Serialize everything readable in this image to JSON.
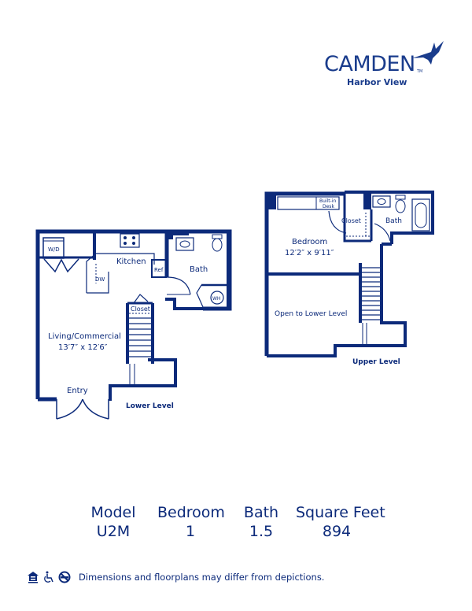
{
  "brand": {
    "name": "CAMDEN",
    "trademark": "TM",
    "community": "Harbor View",
    "logo_icon": "hummingbird-icon",
    "color": "#1a3c8c"
  },
  "floorplan": {
    "wall_color": "#0c2a7a",
    "lower_level": {
      "label": "Lower Level",
      "rooms": {
        "washer_dryer": "W/D",
        "kitchen": "Kitchen",
        "dishwasher": "DW",
        "refrigerator": "Ref",
        "bath": "Bath",
        "water_heater": "WH",
        "closet": "Closet",
        "living": "Living/Commercial",
        "living_dims": "13′7″ x 12′6″",
        "entry": "Entry"
      }
    },
    "upper_level": {
      "label": "Upper Level",
      "rooms": {
        "built_in_desk_1": "Built-in",
        "built_in_desk_2": "Desk",
        "closet": "Closet",
        "bath": "Bath",
        "bedroom": "Bedroom",
        "bedroom_dims": "12′2″ x 9′11″",
        "open_to_lower": "Open to Lower Level"
      }
    }
  },
  "specs": {
    "model": {
      "label": "Model",
      "value": "U2M"
    },
    "bedroom": {
      "label": "Bedroom",
      "value": "1"
    },
    "bath": {
      "label": "Bath",
      "value": "1.5"
    },
    "square_feet": {
      "label": "Square Feet",
      "value": "894"
    }
  },
  "footer": {
    "icons": [
      "equal-housing-icon",
      "accessibility-icon",
      "no-smoking-icon"
    ],
    "disclaimer": "Dimensions and floorplans may differ from depictions."
  }
}
